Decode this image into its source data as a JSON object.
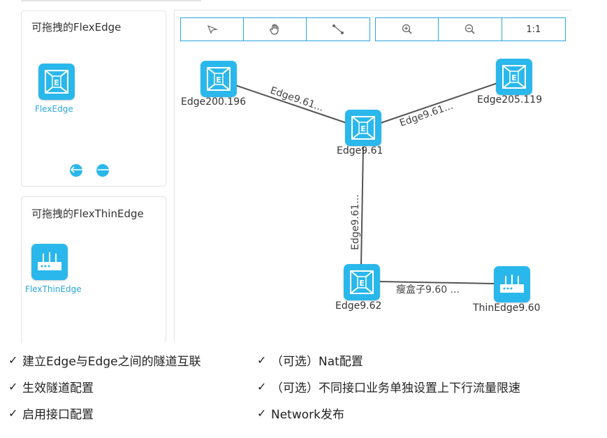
{
  "palette": {
    "panel_title": "可拖拽的FlexEdge",
    "flexedge_label": "FlexEdge",
    "prev_arrow": "🡐",
    "next_arrow": "🡒"
  },
  "palette2": {
    "panel_title": "可拖拽的FlexThinEdge",
    "flexthinedge_label": "FlexThinEdge"
  },
  "toolbar": {
    "select_icon": "pointer-icon",
    "pan_icon": "hand-icon",
    "link_icon": "connect-icon",
    "zoom_in_icon": "zoom-in-icon",
    "zoom_out_icon": "zoom-out-icon",
    "actual_size_label": "1:1"
  },
  "topology": {
    "nodes": {
      "edge200_196": "Edge200.196",
      "edge205_119": "Edge205.119",
      "edge9_61": "Edge9.61",
      "edge9_62": "Edge9.62",
      "thinedge9_60": "ThinEdge9.60"
    },
    "links": {
      "l1": "Edge9.61...",
      "l2": "Edge9.61...",
      "l3": "Edge9.61...",
      "l4": "瘦盒子9.60 ..."
    }
  },
  "features": {
    "left": [
      "建立Edge与Edge之间的隧道互联",
      "生效隧道配置",
      "启用接口配置"
    ],
    "right": [
      "（可选）Nat配置",
      "（可选）不同接口业务单独设置上下行流量限速",
      "Network发布"
    ],
    "check_mark": "✓"
  },
  "colors": {
    "accent": "#2ab8ec",
    "accent_dark": "#2aa5dc",
    "link_line": "#555555"
  }
}
